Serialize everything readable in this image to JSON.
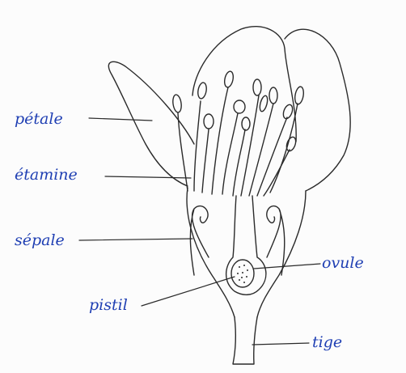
{
  "labels": {
    "petale": "pétale",
    "etamine": "étamine",
    "sepale": "sépale",
    "pistil": "pistil",
    "ovule": "ovule",
    "tige": "tige"
  },
  "colors": {
    "ink": "#2a2a2a",
    "label": "#1f3fb3",
    "paper": "#fcfcfc"
  }
}
